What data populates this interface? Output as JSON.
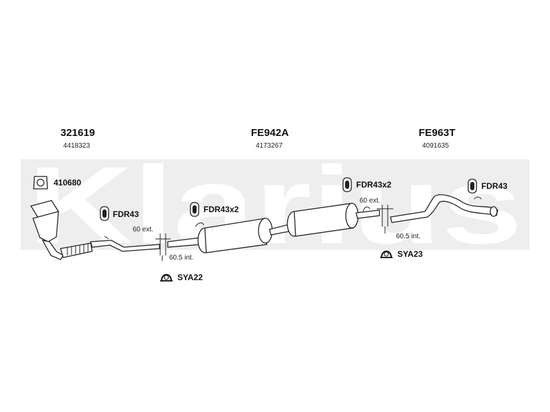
{
  "watermark": {
    "text": "Klarius"
  },
  "sections": [
    {
      "part_no": "321619",
      "oe_no": "4418323"
    },
    {
      "part_no": "FE942A",
      "oe_no": "4173267"
    },
    {
      "part_no": "FE963T",
      "oe_no": "4091635"
    }
  ],
  "fittings": {
    "gasket": "410680",
    "rubber_1": "FDR43",
    "rubber_2": "FDR43x2",
    "rubber_3": "FDR43x2",
    "rubber_4": "FDR43",
    "clamp_1": "SYA22",
    "clamp_2": "SYA23"
  },
  "dimensions": {
    "ext_1": "60 ext.",
    "int_1": "60.5 int.",
    "ext_2": "60 ext.",
    "int_2": "60.5 int."
  }
}
